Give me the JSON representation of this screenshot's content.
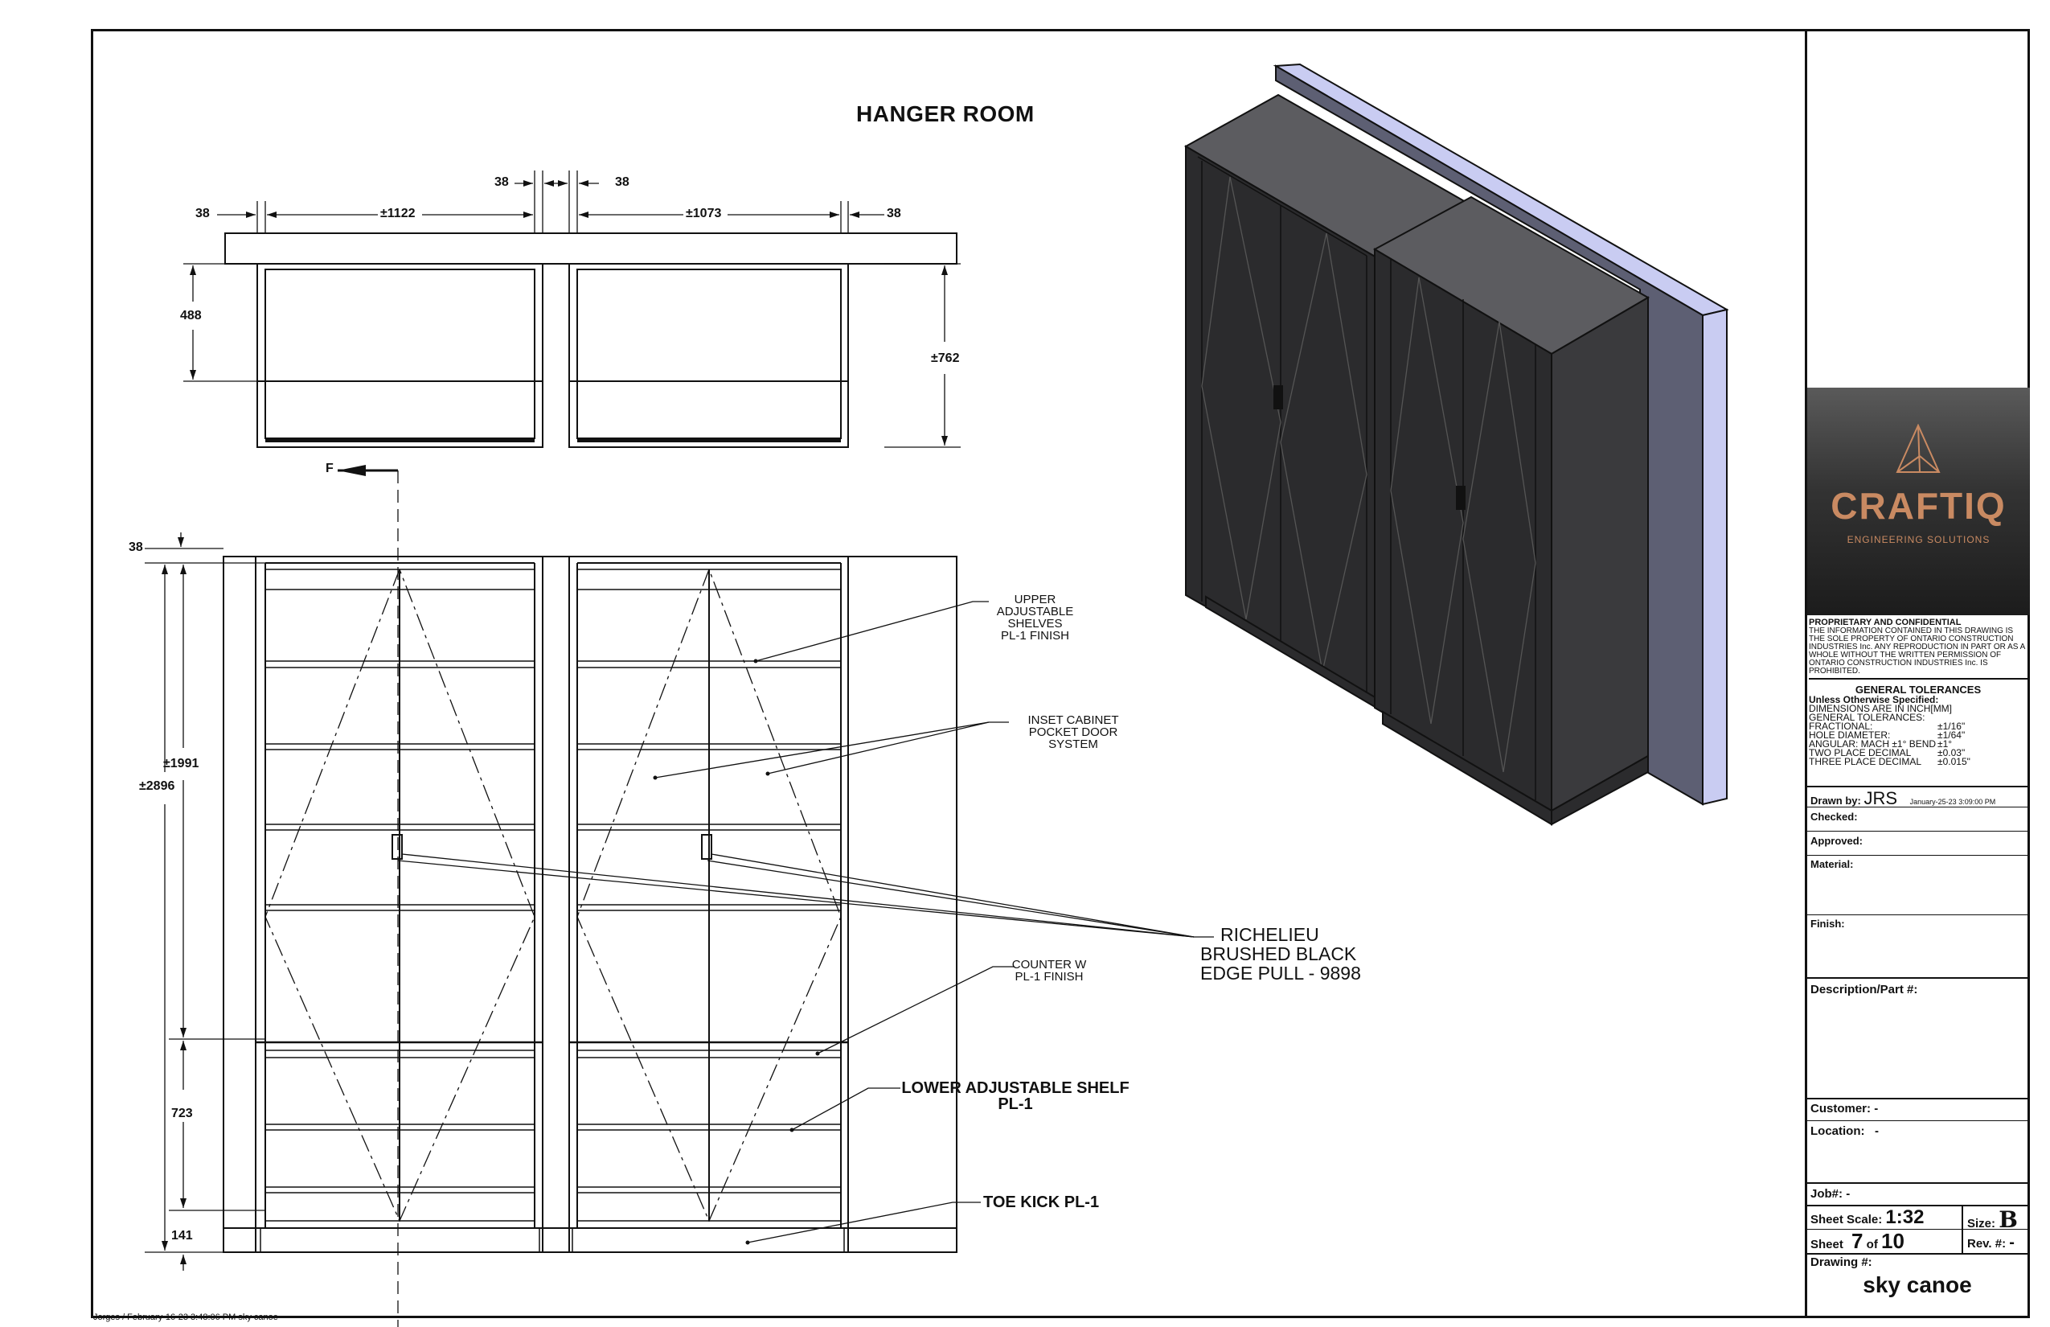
{
  "drawing": {
    "title": "HANGER ROOM",
    "footer_stamp": "Jorges / February-16-23 3:48:06 PM  sky canoe"
  },
  "dimensions": {
    "top": {
      "d38_left": "38",
      "d1122": "±1122",
      "d38_mid_a": "38",
      "d38_mid_b": "38",
      "d1073": "±1073",
      "d38_right": "38",
      "d488": "488",
      "d762": "±762"
    },
    "elevation": {
      "d38_top": "38",
      "d1991": "±1991",
      "d2896": "±2896",
      "d723": "723",
      "d141": "141"
    },
    "section_marker": "F"
  },
  "callouts": {
    "upper_shelves": [
      "UPPER",
      "ADJUSTABLE",
      "SHELVES",
      "PL-1 FINISH"
    ],
    "inset_cabinet": [
      "INSET CABINET",
      "POCKET DOOR",
      "SYSTEM"
    ],
    "counter": [
      "COUNTER W",
      "PL-1 FINISH"
    ],
    "richelieu": [
      "RICHELIEU",
      "BRUSHED BLACK",
      "EDGE PULL - 9898"
    ],
    "lower_shelf": [
      "LOWER ADJUSTABLE SHELF",
      "PL-1"
    ],
    "toe_kick": "TOE KICK PL-1"
  },
  "title_block": {
    "logo": {
      "name": "CRAFTIQ",
      "tagline": "ENGINEERING SOLUTIONS"
    },
    "proprietary": {
      "heading": "PROPRIETARY AND CONFIDENTIAL",
      "body": "THE INFORMATION CONTAINED IN THIS DRAWING IS THE SOLE PROPERTY OF ONTARIO CONSTRUCTION INDUSTRIES Inc. ANY REPRODUCTION IN PART OR AS A WHOLE WITHOUT THE WRITTEN PERMISSION OF ONTARIO CONSTRUCTION INDUSTRIES Inc. IS PROHIBITED."
    },
    "tolerances": {
      "heading": "GENERAL TOLERANCES",
      "sub": "Unless Otherwise Specified:",
      "lines": [
        [
          "DIMENSIONS ARE IN INCH[MM]",
          ""
        ],
        [
          "GENERAL TOLERANCES:",
          ""
        ],
        [
          "FRACTIONAL:",
          "±1/16\""
        ],
        [
          "HOLE DIAMETER:",
          "±1/64\""
        ],
        [
          "ANGULAR: MACH ±1° BEND",
          "±1°"
        ],
        [
          "TWO PLACE DECIMAL",
          "±0.03\""
        ],
        [
          "THREE PLACE DECIMAL",
          "±0.015\""
        ]
      ]
    },
    "drawn_by_label": "Drawn by:",
    "drawn_by": "JRS",
    "drawn_date": "January-25-23 3:09:00 PM",
    "checked_label": "Checked:",
    "approved_label": "Approved:",
    "material_label": "Material:",
    "finish_label": "Finish:",
    "description_label": "Description/Part #:",
    "customer_label": "Customer:",
    "customer": "-",
    "location_label": "Location:",
    "location": "-",
    "job_label": "Job#:",
    "job": "-",
    "sheet_scale_label": "Sheet Scale:",
    "sheet_scale": "1:32",
    "size_label": "Size:",
    "size": "B",
    "sheet_label": "Sheet",
    "sheet_num": "7",
    "of_label": "of",
    "sheet_total": "10",
    "rev_label": "Rev. #:",
    "rev": "-",
    "drawing_num_label": "Drawing #:",
    "drawing_num": "sky canoe"
  },
  "colors": {
    "line": "#111111",
    "cabinet_dark": "#2b2b2d",
    "cabinet_mid": "#3a3a3d",
    "cabinet_top": "#5c5c60",
    "wall_face": "#5d5f73",
    "wall_edge": "#c9ccf2",
    "logo_accent": "#c98a62"
  }
}
